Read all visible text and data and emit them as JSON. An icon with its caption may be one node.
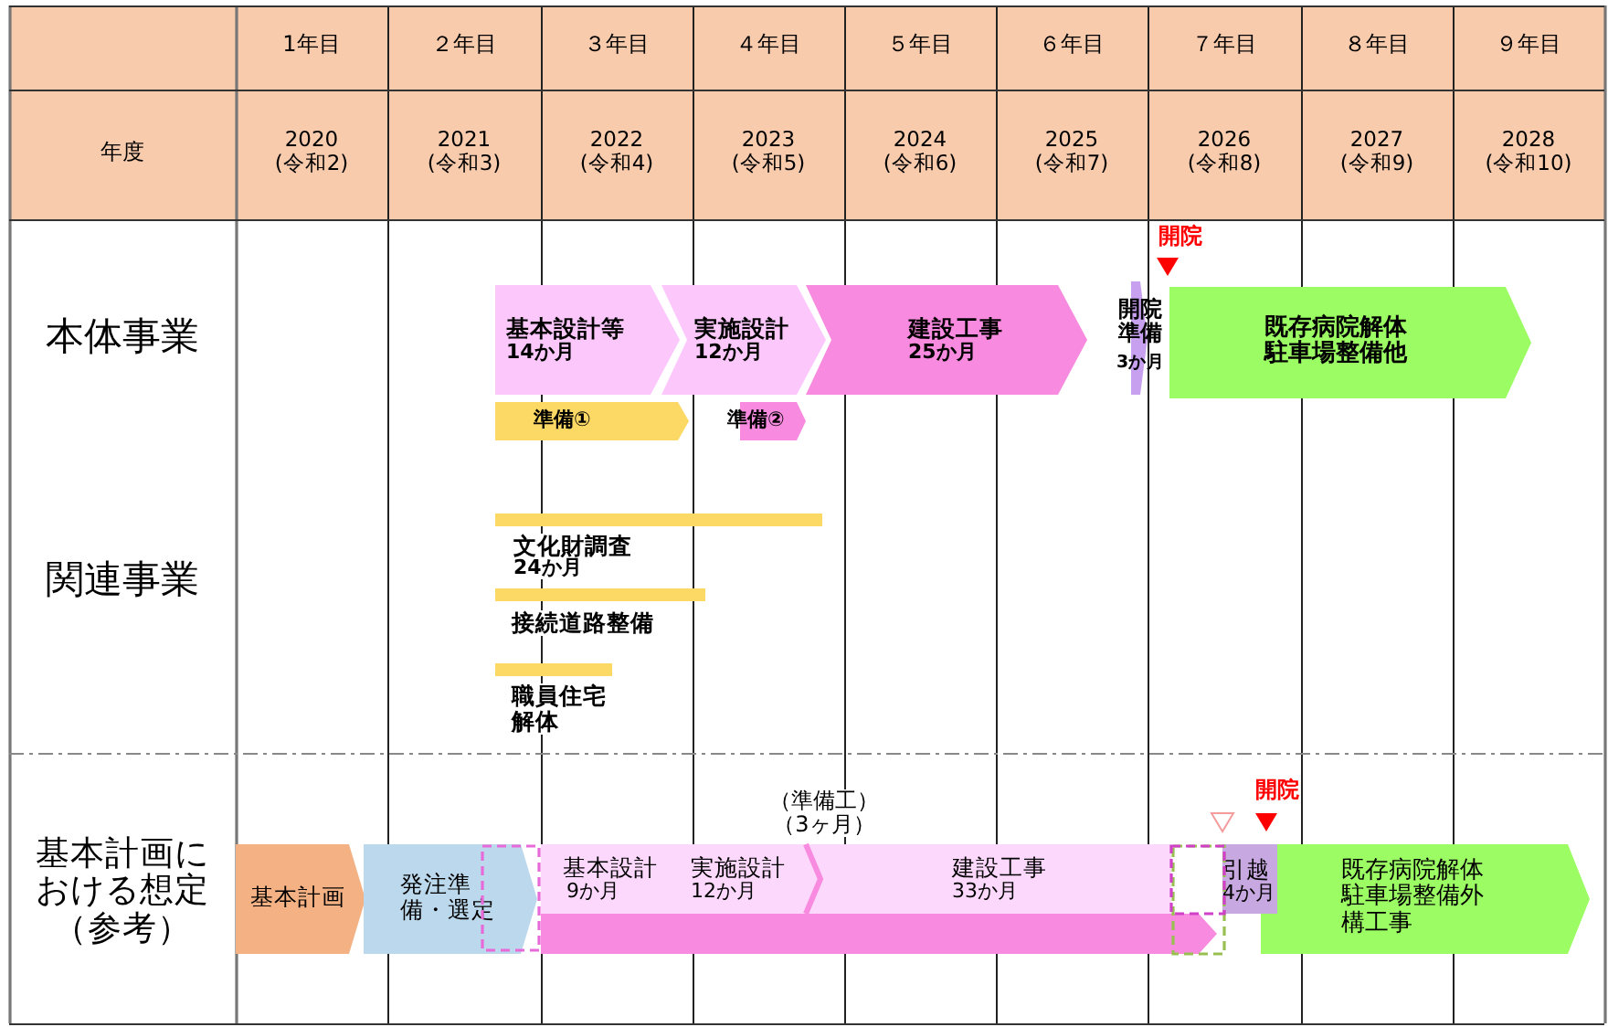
{
  "diagram": {
    "nodes": [
      {
        "text": [
          "基本設計等",
          "14か月"
        ]
      },
      {
        "text": [
          "実施設計",
          "12か月"
        ]
      },
      {
        "text": [
          "建設工事",
          "25か月"
        ]
      },
      {
        "text": [
          "開院準備",
          "3か月"
        ]
      },
      {
        "text": [
          "既存病院解体駐車場整備他"
        ]
      },
      {
        "text": [
          "準備①"
        ]
      },
      {
        "text": [
          "準備②"
        ]
      },
      {
        "text": [
          "文化財調査",
          "24か月"
        ]
      },
      {
        "text": [
          "接続道路整備"
        ]
      },
      {
        "text": [
          "職員住宅解体"
        ]
      },
      {
        "text": [
          "基本計画"
        ]
      },
      {
        "text": [
          "発注準備・選定"
        ]
      },
      {
        "text": [
          "基本設計",
          "9か月",
          "実施設計",
          "12か月"
        ]
      },
      {
        "text": [
          "建設工事",
          "33か月"
        ]
      },
      {
        "text": [],
        "shape": "bar"
      },
      {
        "text": [
          "引越",
          "4か月"
        ]
      },
      {
        "text": [
          "既存病院解体駐車場整備外構工事"
        ]
      }
    ],
    "labels": [
      "1年目",
      "２年目",
      "３年目",
      "４年目",
      "５年目",
      "６年目",
      "７年目",
      "８年目",
      "９年目",
      "年度",
      "2020 (令和2)",
      "2021 (令和3)",
      "2022 (令和4)",
      "2023 (令和5)",
      "2024 (令和6)",
      "2025 (令和7)",
      "2026 (令和8)",
      "2027 (令和9)",
      "2028 (令和10)",
      "開院",
      "本体事業",
      "関連事業",
      "（準備工）（3ヶ月）",
      "開院",
      "基本計画における想定（参考）"
    ]
  }
}
